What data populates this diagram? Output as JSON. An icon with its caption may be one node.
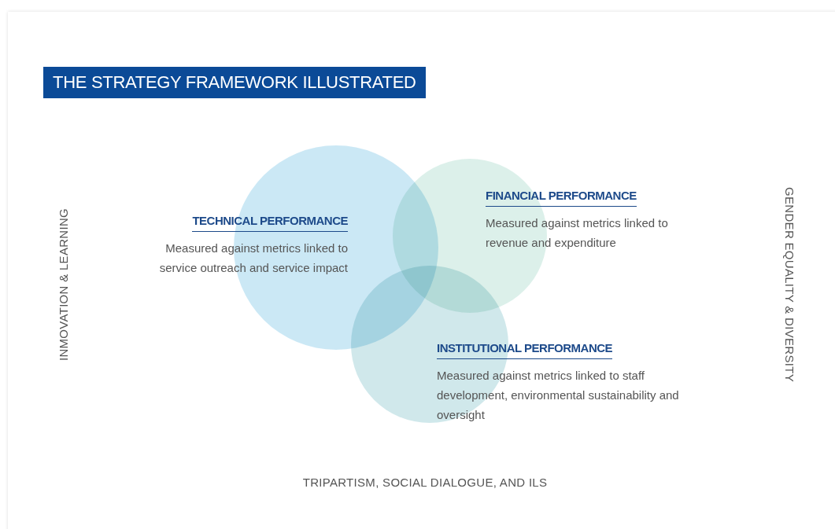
{
  "diagram": {
    "title": "THE STRATEGY FRAMEWORK ILLUSTRATED",
    "nodes": [
      {
        "text": [],
        "shape": "circle"
      },
      {
        "text": [],
        "shape": "circle"
      },
      {
        "text": [],
        "shape": "circle"
      },
      {
        "text": [
          "TECHNICAL PERFORMANCE",
          "Measured against metrics linked to service outreach and service impact"
        ]
      },
      {
        "text": [
          "FINANCIAL PERFORMANCE",
          "Measured against metrics linked to revenue and expenditure"
        ]
      },
      {
        "text": [
          "INSTITUTIONAL PERFORMANCE",
          "Measured against metrics linked to staff development, environmental sustainability and oversight"
        ]
      }
    ],
    "edges": [],
    "labels": [
      "INMOVATION & LEARNING",
      "GENDER EQUALITY & DIVERSITY",
      "TRIPARTISM, SOCIAL DIALOGUE, AND ILS"
    ]
  }
}
